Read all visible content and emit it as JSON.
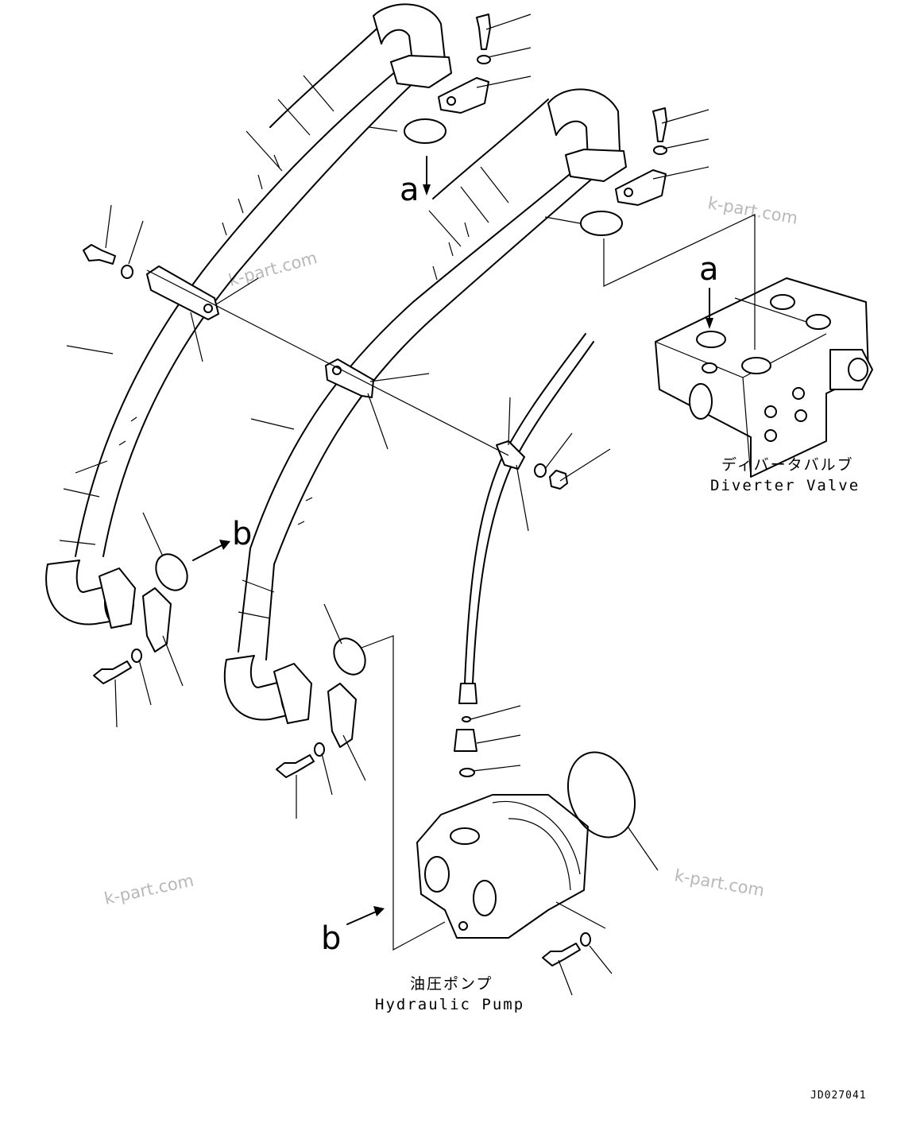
{
  "diagram": {
    "callout_letters": {
      "a_top": "a",
      "a_valve": "a",
      "b_mid": "b",
      "b_bottom": "b"
    },
    "labels": {
      "diverter_valve_jp": "ディバータバルブ",
      "diverter_valve_en": "Diverter Valve",
      "hydraulic_pump_jp": "油圧ポンプ",
      "hydraulic_pump_en": "Hydraulic Pump"
    },
    "watermarks": [
      "k-part.com",
      "k-part.com",
      "k-part.com",
      "k-part.com"
    ],
    "drawing_code": "JD027041"
  }
}
